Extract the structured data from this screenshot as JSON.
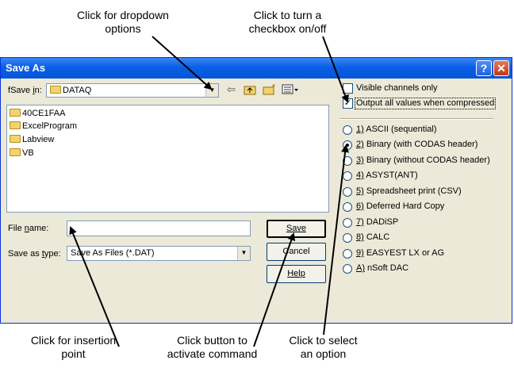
{
  "annotations": {
    "dropdown": "Click for dropdown\noptions",
    "checkbox": "Click to turn a\ncheckbox on/off",
    "insertion": "Click for insertion\npoint",
    "command": "Click button to\nactivate command",
    "option": "Click to select\nan option"
  },
  "dialog": {
    "title": "Save As",
    "help_glyph": "?",
    "close_glyph": "✕"
  },
  "save_in": {
    "prefix": "f",
    "label_before": "Save ",
    "label_hotkey": "i",
    "label_after": "n:",
    "value": "DATAQ"
  },
  "toolbar_icons": [
    "back-arrow-icon",
    "up-folder-icon",
    "new-folder-icon",
    "view-menu-icon"
  ],
  "files": [
    "40CE1FAA",
    "ExcelProgram",
    "Labview",
    "VB"
  ],
  "file_name": {
    "label_before": "File ",
    "label_hotkey": "n",
    "label_after": "ame:",
    "value": ""
  },
  "save_as_type": {
    "label_before": "Save as ",
    "label_hotkey": "t",
    "label_after": "ype:",
    "value": "Save As Files (*.DAT)"
  },
  "buttons": {
    "save": "Save",
    "cancel": "Cancel",
    "help": "Help"
  },
  "checkboxes": [
    {
      "label": "Visible channels only",
      "checked": false
    },
    {
      "label": "Output all values when compressed",
      "checked": true
    }
  ],
  "options": [
    {
      "key": "1)",
      "label": " ASCII (sequential)",
      "selected": false
    },
    {
      "key": "2)",
      "label": " Binary (with CODAS header)",
      "selected": true
    },
    {
      "key": "3)",
      "label": " Binary (without CODAS header)",
      "selected": false
    },
    {
      "key": "4)",
      "label": " ASYST(ANT)",
      "selected": false
    },
    {
      "key": "5)",
      "label": " Spreadsheet print (CSV)",
      "selected": false
    },
    {
      "key": "6)",
      "label": " Deferred Hard Copy",
      "selected": false
    },
    {
      "key": "7)",
      "label": " DADiSP",
      "selected": false
    },
    {
      "key": "8)",
      "label": " CALC",
      "selected": false
    },
    {
      "key": "9)",
      "label": " EASYEST LX or AG",
      "selected": false
    },
    {
      "key": "A)",
      "label": " nSoft DAC",
      "selected": false
    }
  ],
  "colors": {
    "titlebar": "#0554d8",
    "dialog_bg": "#ece9d8",
    "field_border": "#7f9db9"
  }
}
